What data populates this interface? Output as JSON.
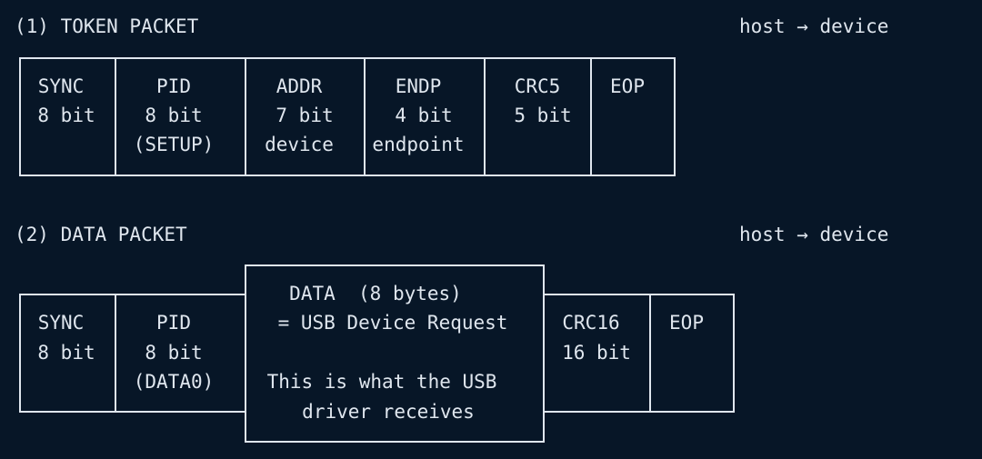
{
  "token_packet": {
    "title": "(1) TOKEN PACKET",
    "direction": "host → device",
    "fields": [
      {
        "name": "SYNC",
        "size": "8 bit",
        "note": ""
      },
      {
        "name": "PID",
        "size": "8 bit",
        "note": "(SETUP)"
      },
      {
        "name": "ADDR",
        "size": "7 bit",
        "note": "device"
      },
      {
        "name": "ENDP",
        "size": "4 bit",
        "note": "endpoint"
      },
      {
        "name": "CRC5",
        "size": "5 bit",
        "note": ""
      },
      {
        "name": "EOP",
        "size": "",
        "note": ""
      }
    ]
  },
  "data_packet": {
    "title": "(2) DATA PACKET",
    "direction": "host → device",
    "fields": [
      {
        "name": "SYNC",
        "size": "8 bit",
        "note": ""
      },
      {
        "name": "PID",
        "size": "8 bit",
        "note": "(DATA0)"
      },
      {
        "name": "CRC16",
        "size": "16 bit",
        "note": ""
      },
      {
        "name": "EOP",
        "size": "",
        "note": ""
      }
    ],
    "data_field": {
      "line1": "DATA  (8 bytes)",
      "line2": "= USB Device Request",
      "line3": "This is what the USB",
      "line4": "driver receives"
    }
  }
}
